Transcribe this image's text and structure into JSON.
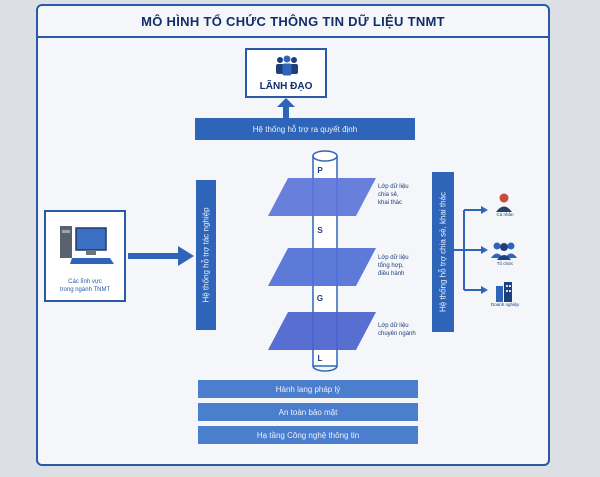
{
  "title": "MÔ HÌNH TỔ CHỨC THÔNG TIN DỮ LIỆU TNMT",
  "leader_label": "LÃNH ĐẠO",
  "decision_support": "Hệ thống hỗ trợ ra quyết định",
  "operations_support": "Hệ thống hỗ trợ tác nghiệp",
  "sharing_system": "Hệ thống hỗ trợ chia sẻ, khai thác",
  "source": [
    "Các lĩnh vực",
    "trong ngành TNMT"
  ],
  "column_letters": [
    "P",
    "S",
    "G",
    "L"
  ],
  "layers": [
    [
      "Lớp dữ liệu",
      "chia sẻ,",
      "khai thác"
    ],
    [
      "Lớp dữ liệu",
      "tổng hợp,",
      "điều hành"
    ],
    [
      "Lớp dữ liệu",
      "chuyên ngành"
    ]
  ],
  "users": [
    "Cá nhân",
    "Tổ chức",
    "Doanh nghiệp"
  ],
  "foundation": [
    "Hành lang pháp lý",
    "An toàn bảo mật",
    "Hạ tầng Công nghệ thông tin"
  ],
  "colors": {
    "primary": "#2f65b8",
    "dark": "#0f2f6b",
    "layer": "#4f6fd6",
    "base": "#4b7fcd"
  }
}
